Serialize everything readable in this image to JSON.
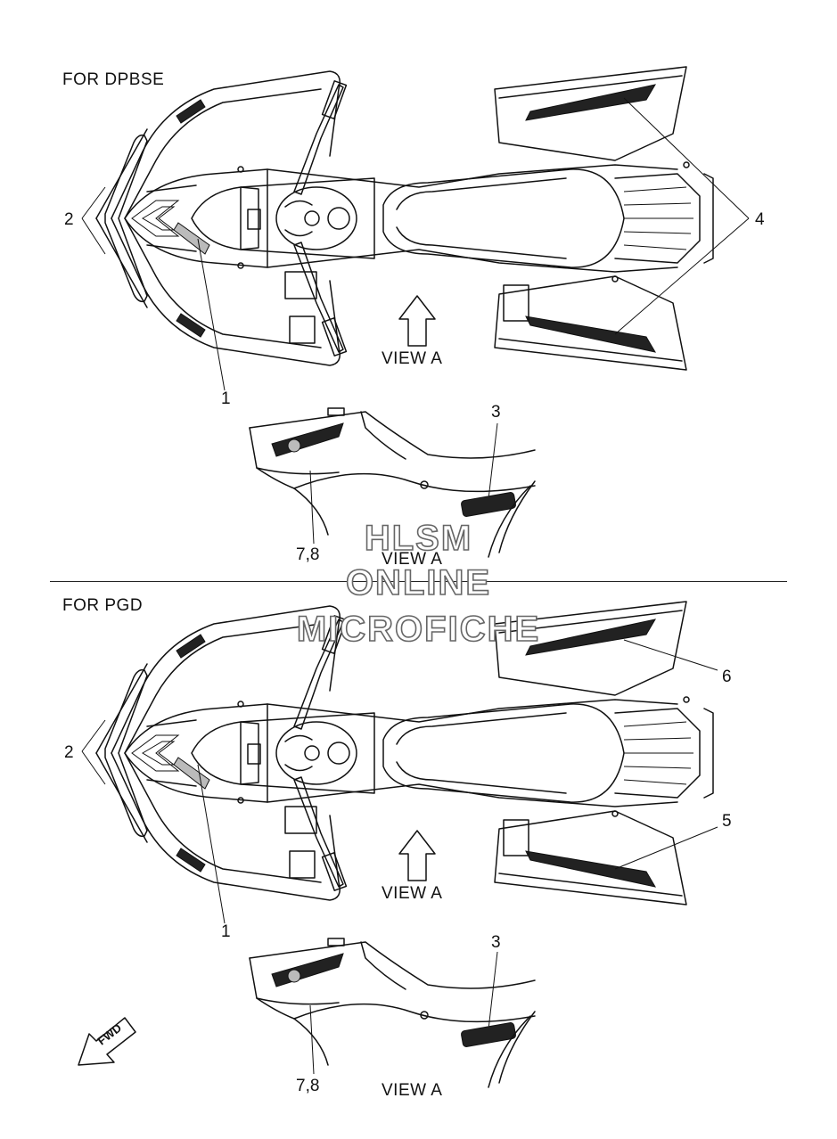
{
  "top_section": {
    "label": "FOR DPBSE",
    "callouts": {
      "c1": "1",
      "c2": "2",
      "c3": "3",
      "c4": "4",
      "c78": "7,8"
    },
    "view_arrow_label": "VIEW A",
    "view_title": "VIEW A"
  },
  "bottom_section": {
    "label": "FOR PGD",
    "callouts": {
      "c1": "1",
      "c2": "2",
      "c3": "3",
      "c5": "5",
      "c6": "6",
      "c78": "7,8"
    },
    "view_arrow_label": "VIEW A",
    "view_title": "VIEW A"
  },
  "fwd_arrow": {
    "label": "FWD"
  },
  "watermark": {
    "line1": "HLSM",
    "line2": "ONLINE",
    "line3": "MICROFICHE"
  }
}
